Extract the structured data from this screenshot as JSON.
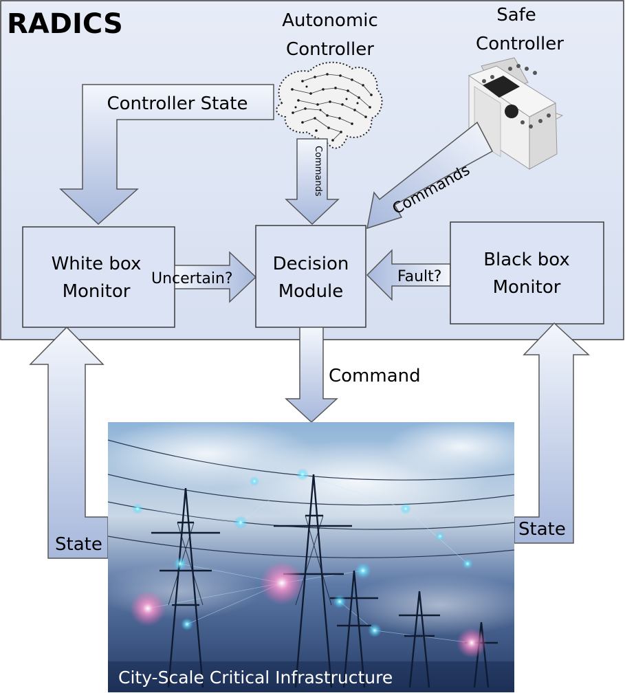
{
  "diagram": {
    "title": "RADICS",
    "autonomic_controller": {
      "line1": "Autonomic",
      "line2": "Controller"
    },
    "safe_controller": {
      "line1": "Safe",
      "line2": "Controller"
    },
    "arrows": {
      "controller_state": "Controller State",
      "commands_small": "Commands",
      "commands_diagonal": "Commands",
      "uncertain": "Uncertain?",
      "fault": "Fault?",
      "command": "Command",
      "state_left": "State",
      "state_right": "State"
    },
    "boxes": {
      "white_box": {
        "line1": "White box",
        "line2": "Monitor"
      },
      "decision": {
        "line1": "Decision",
        "line2": "Module"
      },
      "black_box": {
        "line1": "Black box",
        "line2": "Monitor"
      }
    },
    "infrastructure_caption": "City-Scale Critical Infrastructure"
  },
  "colors": {
    "panel_fill": "#dfe6f5",
    "box_fill": "#dbe3f4",
    "arrow_light": "#f2f5fc",
    "arrow_dark": "#9fb1d8",
    "stroke": "#3a3a3a"
  }
}
